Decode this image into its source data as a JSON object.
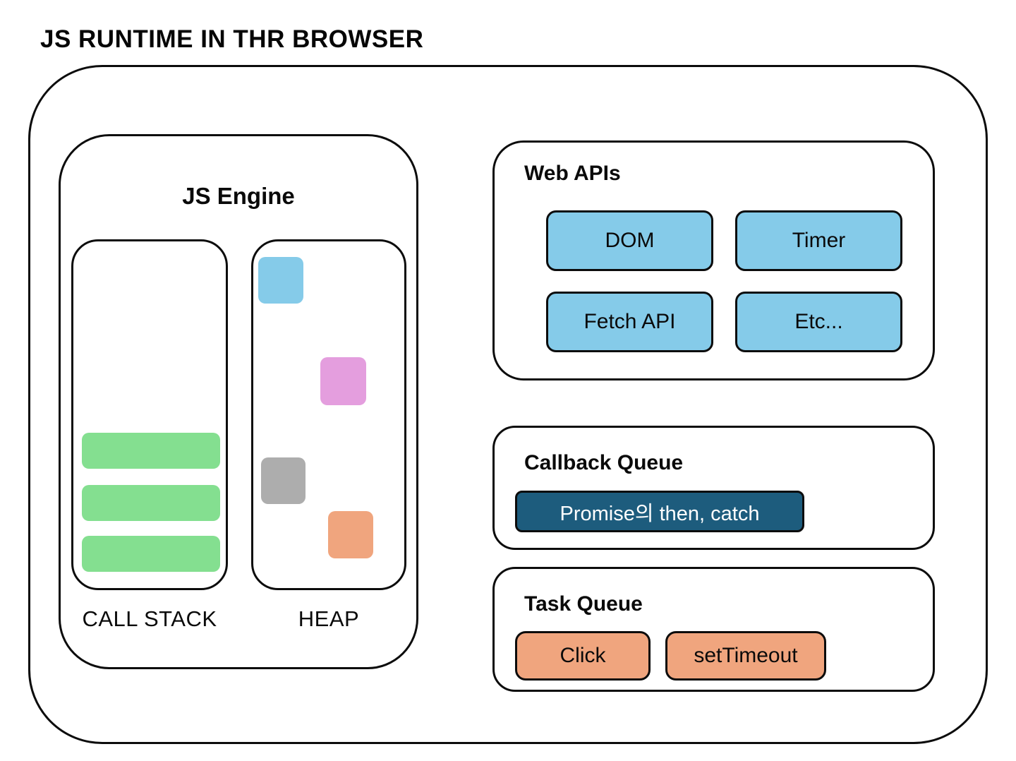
{
  "title": "JS RUNTIME IN THR BROWSER",
  "colors": {
    "outline": "#0c0c0c",
    "background": "#ffffff",
    "stack_frame_green": "#84df90",
    "heap_blue": "#85cbe9",
    "heap_pink": "#e49ede",
    "heap_gray": "#adadad",
    "heap_orange": "#f0a57e",
    "web_api_blue": "#85cbe9",
    "callback_teal": "#1d5c7d",
    "task_orange": "#f0a57e"
  },
  "js_engine": {
    "title": "JS Engine",
    "call_stack": {
      "label": "CALL STACK",
      "frame_count": 3
    },
    "heap": {
      "label": "HEAP",
      "blocks": [
        "blue-block",
        "pink-block",
        "gray-block",
        "orange-block"
      ]
    }
  },
  "web_apis": {
    "title": "Web APIs",
    "items": [
      "DOM",
      "Timer",
      "Fetch API",
      "Etc..."
    ]
  },
  "callback_queue": {
    "title": "Callback Queue",
    "items": [
      "Promise의 then, catch"
    ]
  },
  "task_queue": {
    "title": "Task Queue",
    "items": [
      "Click",
      "setTimeout"
    ]
  }
}
